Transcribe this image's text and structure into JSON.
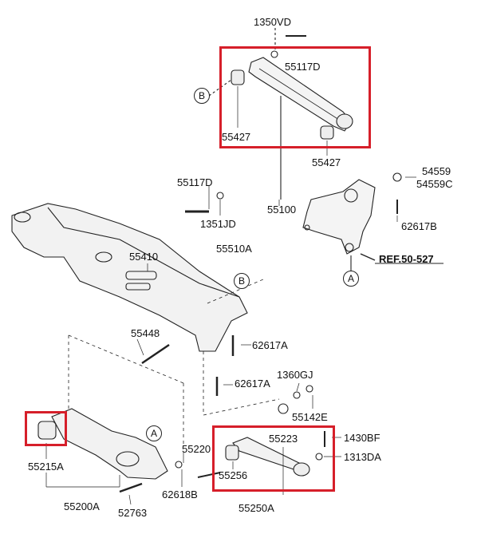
{
  "labels": {
    "l1350VD": "1350VD",
    "l55117D_top": "55117D",
    "l55427_a": "55427",
    "l55427_b": "55427",
    "l55117D_mid": "55117D",
    "l1351JD": "1351JD",
    "l55100": "55100",
    "l54559": "54559",
    "l54559C": "54559C",
    "l62617B": "62617B",
    "ref": "REF.50-527",
    "l55410": "55410",
    "l55510A": "55510A",
    "l55448": "55448",
    "l62617A_1": "62617A",
    "l62617A_2": "62617A",
    "l1360GJ": "1360GJ",
    "l55142E": "55142E",
    "l55223": "55223",
    "l1430BF": "1430BF",
    "l1313DA": "1313DA",
    "l55220": "55220",
    "l55256": "55256",
    "l55250A": "55250A",
    "l55215A": "55215A",
    "l55200A": "55200A",
    "l52763": "52763",
    "l62618B": "62618B"
  },
  "callouts": {
    "b_top": "B",
    "a_knuckle": "A",
    "b_mid": "B",
    "a_lower": "A"
  },
  "highlight_color": "#d61f2a"
}
